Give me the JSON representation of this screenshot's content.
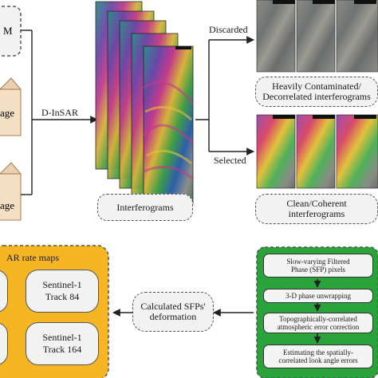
{
  "left_inputs": {
    "dem_label": "M",
    "image_label_1": "age",
    "image_label_2": "age"
  },
  "dinsar_label": "D-InSAR",
  "interferograms_label": "Interferograms",
  "discarded_label": "Discarded",
  "selected_label": "Selected",
  "contaminated_label_line1": "Heavily Contaminated/",
  "contaminated_label_line2": "Decorrelated interferograms",
  "clean_label_line1": "Clean/Coherent",
  "clean_label_line2": "interferograms",
  "rate_maps": {
    "title": "AR rate maps",
    "tracks": [
      {
        "line1": "Sentinel-1",
        "line2": "Track 84"
      },
      {
        "line1": "Sentinel-1",
        "line2": "Track 164"
      }
    ]
  },
  "sfp_deformation_line1": "Calculated SFPs'",
  "sfp_deformation_line2": "deformation",
  "processing_steps": [
    {
      "line1": "Slow-varying Filtered",
      "line2": "Phase (SFP) pixels"
    },
    {
      "line1": "3-D phase unwrapping",
      "line2": ""
    },
    {
      "line1": "Topographically-correlated",
      "line2": "atmospheric error correction"
    },
    {
      "line1": "Estimating the spatially-",
      "line2": "correlated look angle errors"
    }
  ],
  "colors": {
    "rate_panel": "#f6b623",
    "process_panel": "#29a33a",
    "input_box": "#f5dfc3",
    "input_box_border": "#a07a50"
  }
}
